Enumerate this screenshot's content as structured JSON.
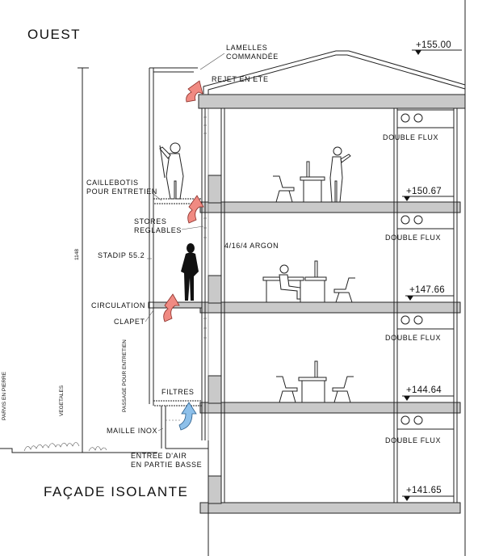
{
  "orientation": "OUEST",
  "title": "FAÇADE ISOLANTE",
  "levels": [
    "+155.00",
    "+150.67",
    "+147.66",
    "+144.64",
    "+141.65"
  ],
  "room_label": "DOUBLE FLUX",
  "annotations": {
    "lamelles_line1": "LAMELLES",
    "lamelles_line2": "COMMANDÉE",
    "rejet": "REJET EN ETE",
    "caillebotis_line1": "CAILLEBOTIS",
    "caillebotis_line2": "POUR ENTRETIEN",
    "stores_line1": "STORES",
    "stores_line2": "REGLABLES",
    "stadip": "STADIP 55.2",
    "argon": "4/16/4 ARGON",
    "circulation": "CIRCULATION",
    "clapet": "CLAPET",
    "filtres": "FILTRES",
    "maille": "MAILLE INOX",
    "entree_line1": "ENTREE D'AIR",
    "entree_line2": "EN PARTIE BASSE",
    "dim_1148": "1148",
    "parvis": "PARVIS EN PIERRE",
    "vegetales": "VEGETALES",
    "passage": "PASSAGE POUR ENTRETIEN"
  },
  "colors": {
    "exhaust_arrow": "#f08a82",
    "intake_arrow": "#8dc0ea",
    "slab": "#c9c9c9"
  }
}
